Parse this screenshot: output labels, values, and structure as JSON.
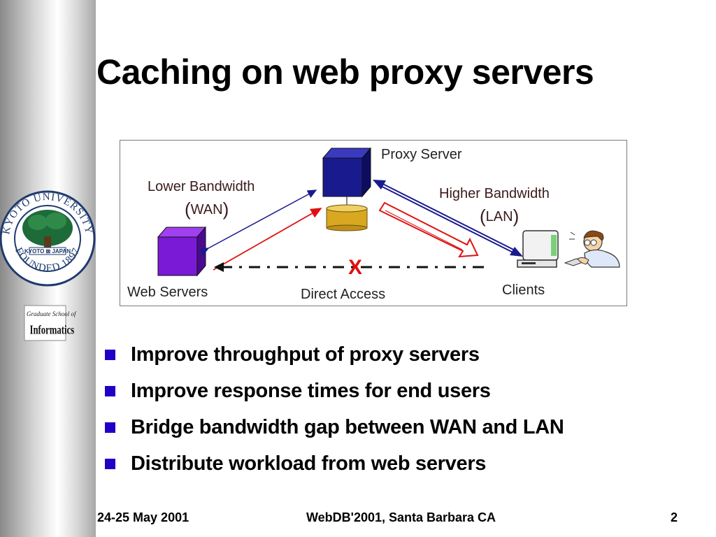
{
  "slide": {
    "title": "Caching on web proxy servers"
  },
  "logos": {
    "university_seal_text": "KYOTO UNIVERSITY FOUNDED 1897 KYOTO JAPAN",
    "school_logo_text": "Graduate School of Informatics"
  },
  "diagram": {
    "proxy_label": "Proxy Server",
    "lower_bw_label": "Lower Bandwidth",
    "wan_label": "WAN",
    "higher_bw_label": "Higher Bandwidth",
    "lan_label": "LAN",
    "web_servers_label": "Web Servers",
    "direct_access_label": "Direct Access",
    "clients_label": "Clients",
    "blocked_mark": "X",
    "colors": {
      "server_blue": "#1a1a8f",
      "server_purple": "#7a1ad6",
      "cache_gold": "#d8a820",
      "request_red": "#e01010",
      "response_navy": "#1a1a8f"
    }
  },
  "bullets": [
    "Improve throughput of proxy servers",
    "Improve response times for end users",
    "Bridge bandwidth gap between WAN and LAN",
    "Distribute workload from web servers"
  ],
  "footer": {
    "date": "24-25 May 2001",
    "conference": "WebDB'2001,  Santa Barbara CA",
    "page": "2"
  }
}
